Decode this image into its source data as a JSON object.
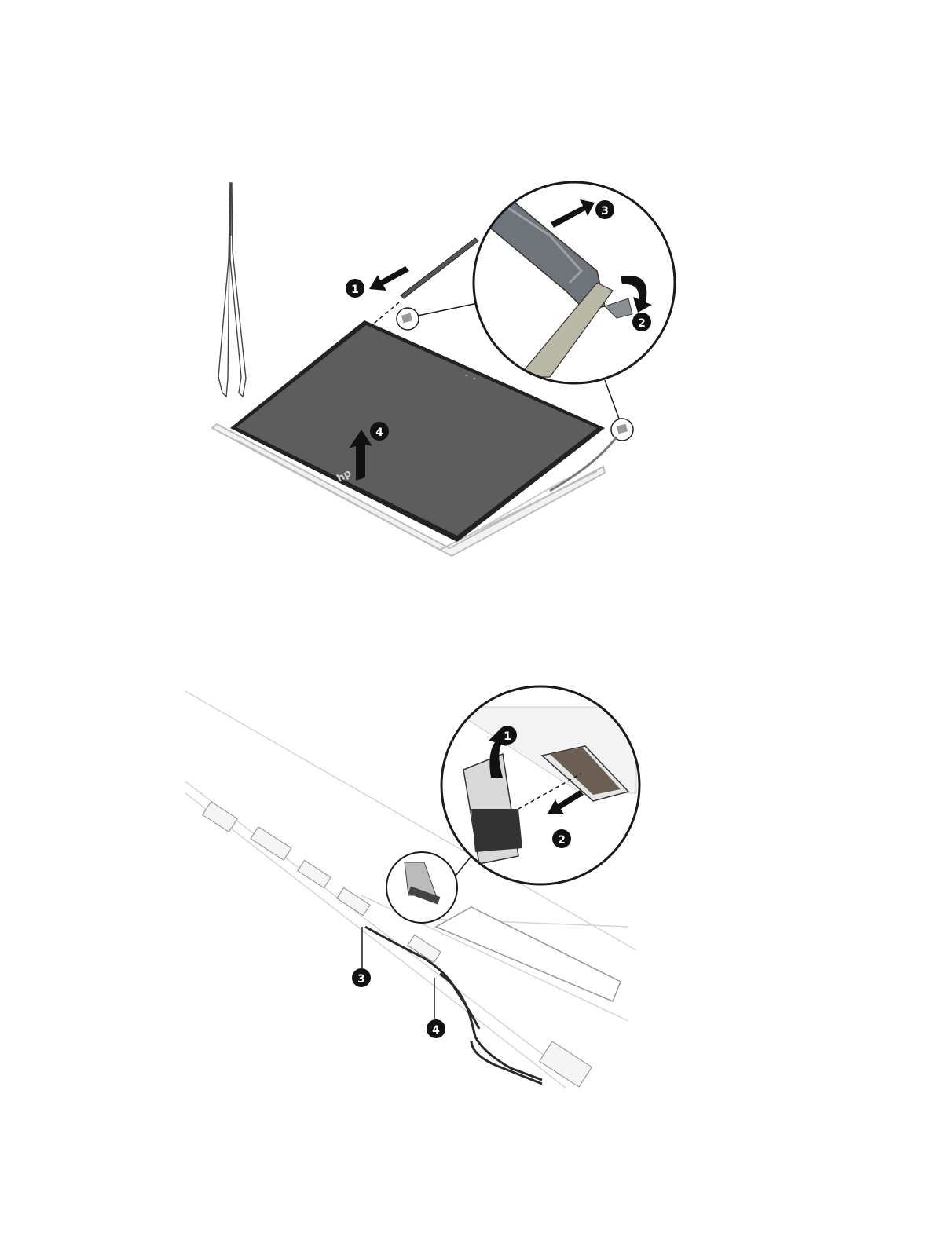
{
  "figures": [
    {
      "id": "display-panel-removal",
      "callouts": [
        "1",
        "2",
        "3",
        "4"
      ],
      "logo_mark": "hp"
    },
    {
      "id": "display-cable-disconnect",
      "callouts": [
        "1",
        "2",
        "3",
        "4"
      ]
    }
  ],
  "colors": {
    "callout_fill": "#111111",
    "callout_text": "#ffffff",
    "panel": "#5b5b5b",
    "bezel": "#222222",
    "line": "#1a1a1a",
    "frame": "#d9d9d9",
    "tool": "#7a7f86",
    "cable": "#2a2a2a"
  }
}
